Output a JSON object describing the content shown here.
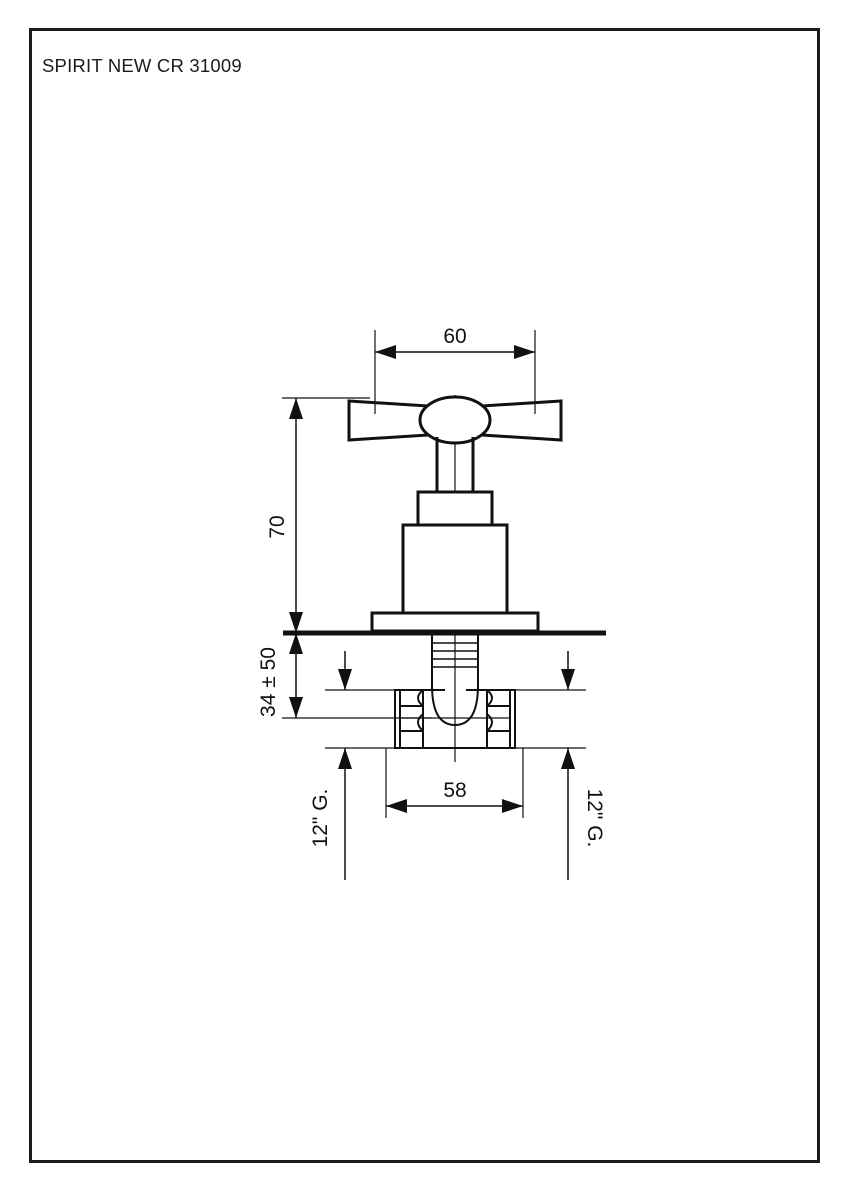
{
  "sheet": {
    "title": "SPIRIT NEW CR 31009",
    "background_color": "#ffffff",
    "border_color": "#1b1b1b",
    "line_color": "#111111"
  },
  "drawing": {
    "name": "faucet-valve-elevation",
    "dimensions": {
      "handle_width": "60",
      "height_above_wall": "70",
      "wall_offset": "34 ± 50",
      "body_width": "58",
      "inlet_left": "12\" G.",
      "inlet_right": "12\" G."
    }
  }
}
